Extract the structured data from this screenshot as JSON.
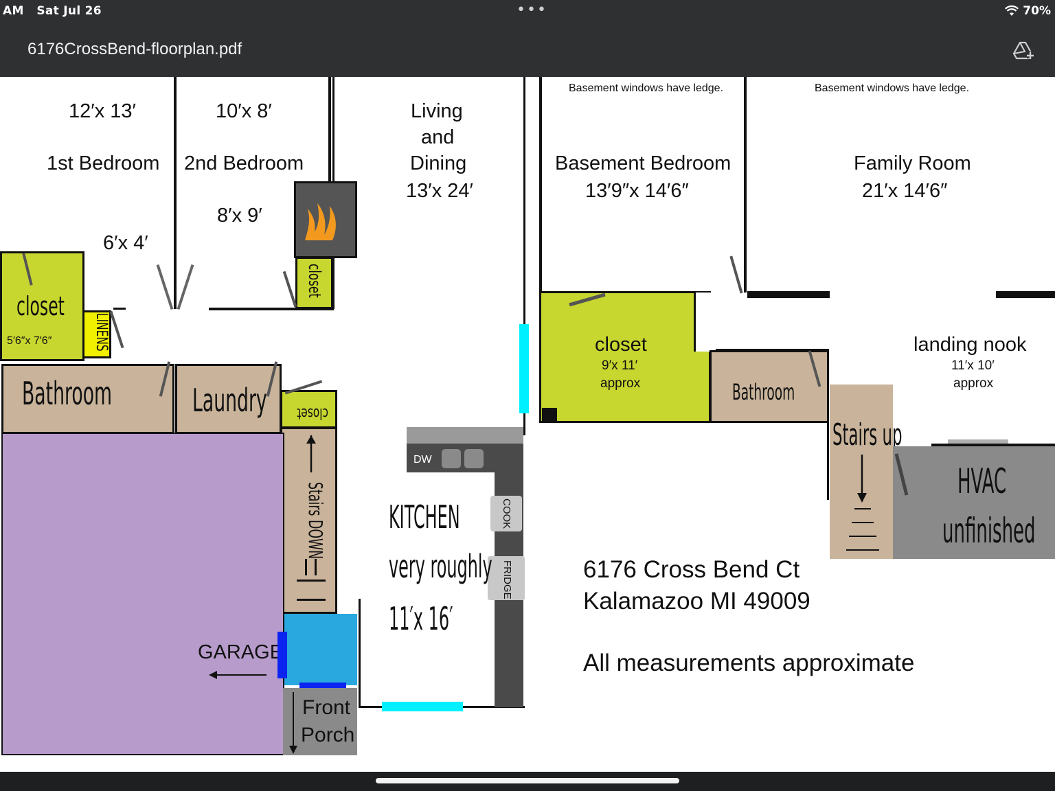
{
  "status_bar": {
    "time": "AM",
    "date": "Sat Jul 26",
    "battery": "70%"
  },
  "header": {
    "file_name": "6176CrossBend-floorplan.pdf"
  },
  "icons": {
    "wifi": "wifi-icon",
    "battery": "battery-icon",
    "more": "more-dots-icon",
    "drive": "add-to-drive-icon",
    "fireplace": "fireplace-icon"
  },
  "colors": {
    "topbar": "#2f3032",
    "closet_green": "#c8d72f",
    "bath_tan": "#c9b49b",
    "garage_purple": "#b79bcb",
    "hvac_gray": "#8a8a8a",
    "porch_gray": "#8a8a8a",
    "entry_blue": "#29a8e0",
    "door_blue": "#0b24f0",
    "window_cyan": "#00f0ff",
    "linens_yellow": "#f0f000",
    "counter_dark": "#4a4a4a"
  },
  "floorplan": {
    "bedroom1": {
      "size": "12′x 13′",
      "name": "1st Bedroom"
    },
    "bedroom2": {
      "size": "10′x 8′",
      "name": "2nd Bedroom"
    },
    "bedroom2_closet_size": "8′x 9′",
    "hall_size": "6′x 4′",
    "living": {
      "line1": "Living",
      "line2": "and",
      "line3": "Dining",
      "size": "13′x 24′"
    },
    "closet_main": {
      "name": "closet",
      "size": "5′6″x 7′6″"
    },
    "linens": "LINENS",
    "small_closet": "closet",
    "bathroom_main": "Bathroom",
    "laundry": "Laundry",
    "stairs_closet": "closet",
    "stairs_down": "Stairs DOWN",
    "garage": "GARAGE",
    "front_porch": {
      "line1": "Front",
      "line2": "Porch"
    },
    "kitchen": {
      "line1": "KITCHEN",
      "line2": "very roughly",
      "size": "11′x 16′"
    },
    "appliances": {
      "dw": "DW",
      "cook": "COOK",
      "fridge": "FRIDGE"
    },
    "basement_note_1": "Basement windows have ledge.",
    "basement_note_2": "Basement windows have ledge.",
    "basement_bedroom": {
      "name": "Basement Bedroom",
      "size": "13′9″x 14′6″"
    },
    "family_room": {
      "name": "Family Room",
      "size": "21′x 14′6″"
    },
    "basement_closet": {
      "name": "closet",
      "size": "9′x 11′",
      "note": "approx"
    },
    "basement_bathroom": "Bathroom",
    "landing_nook": {
      "name": "landing nook",
      "size": "11′x 10′",
      "note": "approx"
    },
    "stairs_up": "Stairs up",
    "hvac": {
      "line1": "HVAC",
      "line2": "unfinished"
    },
    "address": {
      "line1": "6176 Cross Bend Ct",
      "line2": "Kalamazoo MI 49009"
    },
    "disclaimer": "All measurements approximate"
  }
}
